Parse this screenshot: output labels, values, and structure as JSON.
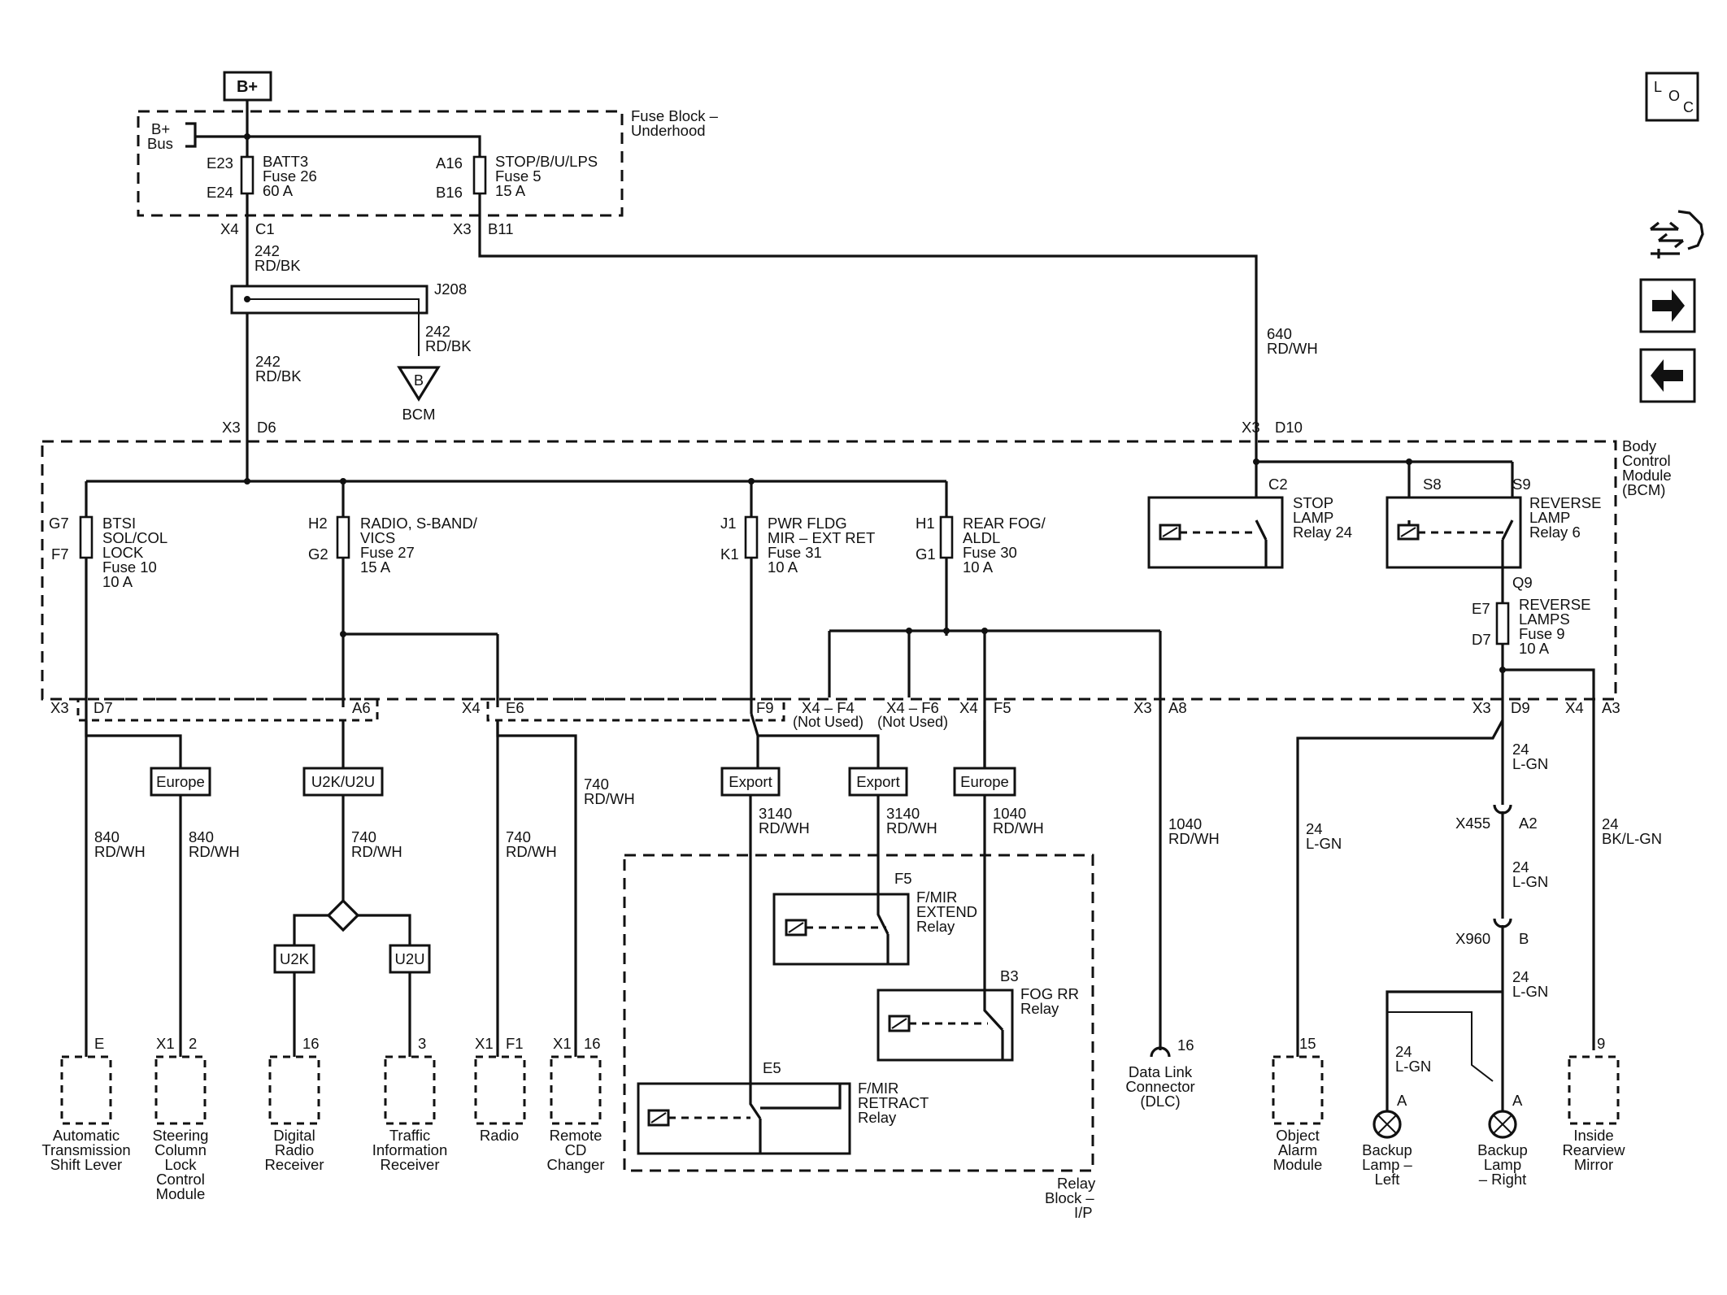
{
  "power": {
    "source": "B+"
  },
  "fuse_block": {
    "title": [
      "Fuse Block –",
      "Underhood"
    ],
    "bus": [
      "B+",
      "Bus"
    ],
    "fuse_batt": {
      "top_pin": "E23",
      "bottom_pin": "E24",
      "lines": [
        "BATT3",
        "Fuse 26",
        "60 A"
      ]
    },
    "fuse_stop": {
      "top_pin": "A16",
      "bottom_pin": "B16",
      "lines": [
        "STOP/B/U/LPS",
        "Fuse 5",
        "15 A"
      ]
    },
    "out_left": {
      "conn": "X4",
      "pin": "C1"
    },
    "out_right": {
      "conn": "X3",
      "pin": "B11"
    }
  },
  "splice": {
    "id": "J208",
    "wire_in": [
      "242",
      "RD/BK"
    ],
    "wire_branch": [
      "242",
      "RD/BK"
    ],
    "wire_out": [
      "242",
      "RD/BK"
    ],
    "ground_letter": "B",
    "ground_label": "BCM"
  },
  "wire_640": [
    "640",
    "RD/WH"
  ],
  "bcm": {
    "title": [
      "Body",
      "Control",
      "Module",
      "(BCM)"
    ],
    "in_left": {
      "conn": "X3",
      "pin": "D6"
    },
    "in_right": {
      "conn": "X3",
      "pin": "D10"
    },
    "fuses": [
      {
        "top_pin": "G7",
        "bottom_pin": "F7",
        "lines": [
          "BTSI",
          "SOL/COL",
          "LOCK",
          "Fuse 10",
          "10 A"
        ]
      },
      {
        "top_pin": "H2",
        "bottom_pin": "G2",
        "lines": [
          "RADIO, S-BAND/",
          "VICS",
          "Fuse 27",
          "15 A"
        ]
      },
      {
        "top_pin": "J1",
        "bottom_pin": "K1",
        "lines": [
          "PWR FLDG",
          "MIR – EXT RET",
          "Fuse 31",
          "10 A"
        ]
      },
      {
        "top_pin": "H1",
        "bottom_pin": "G1",
        "lines": [
          "REAR FOG/",
          "ALDL",
          "Fuse 30",
          "10 A"
        ]
      },
      {
        "top_pin": "E7",
        "bottom_pin": "D7",
        "lines": [
          "REVERSE",
          "LAMPS",
          "Fuse 9",
          "10 A"
        ]
      }
    ],
    "relay_stop": {
      "pin": "C2",
      "lines": [
        "STOP",
        "LAMP",
        "Relay 24"
      ]
    },
    "relay_reverse": {
      "pin_a": "S8",
      "pin_b": "S9",
      "pin_out": "Q9",
      "lines": [
        "REVERSE",
        "LAMP",
        "Relay 6"
      ]
    },
    "outputs": [
      {
        "conn": "X3",
        "pin": "D7"
      },
      {
        "conn": "",
        "pin": "A6"
      },
      {
        "conn": "X4",
        "pin": "E6"
      },
      {
        "conn": "",
        "pin": "F9"
      },
      {
        "conn": "X4 – F4",
        "pin": "(Not Used)"
      },
      {
        "conn": "X4 – F6",
        "pin": "(Not Used)"
      },
      {
        "conn": "X4",
        "pin": "F5"
      },
      {
        "conn": "X3",
        "pin": "A8"
      },
      {
        "conn": "X3",
        "pin": "D9"
      },
      {
        "conn": "X4",
        "pin": "A3"
      }
    ]
  },
  "options": {
    "europe": "Europe",
    "u2k_u2u": "U2K/U2U",
    "u2k": "U2K",
    "u2u": "U2U",
    "export": "Export"
  },
  "wires": {
    "w840": [
      "840",
      "RD/WH"
    ],
    "w740": [
      "740",
      "RD/WH"
    ],
    "w3140": [
      "3140",
      "RD/WH"
    ],
    "w1040": [
      "1040",
      "RD/WH"
    ],
    "w24": [
      "24",
      "L-GN"
    ],
    "w24bk": [
      "24",
      "BK/L-GN"
    ]
  },
  "relay_block": {
    "title": [
      "Relay",
      "Block –",
      "I/P"
    ],
    "extend": {
      "pin": "F5",
      "lines": [
        "F/MIR",
        "EXTEND",
        "Relay"
      ]
    },
    "fog": {
      "pin": "B3",
      "lines": [
        "FOG RR",
        "Relay"
      ]
    },
    "retract": {
      "pin": "E5",
      "lines": [
        "F/MIR",
        "RETRACT",
        "Relay"
      ]
    }
  },
  "connectors": {
    "x455": {
      "id": "X455",
      "pin": "A2"
    },
    "x960": {
      "id": "X960",
      "pin": "B"
    }
  },
  "components": [
    {
      "pin_conn": "",
      "pin": "E",
      "lines": [
        "Automatic",
        "Transmission",
        "Shift Lever"
      ]
    },
    {
      "pin_conn": "X1",
      "pin": "2",
      "lines": [
        "Steering",
        "Column",
        "Lock",
        "Control",
        "Module"
      ]
    },
    {
      "pin_conn": "",
      "pin": "16",
      "lines": [
        "Digital",
        "Radio",
        "Receiver"
      ]
    },
    {
      "pin_conn": "",
      "pin": "3",
      "lines": [
        "Traffic",
        "Information",
        "Receiver"
      ]
    },
    {
      "pin_conn": "X1",
      "pin": "F1",
      "lines": [
        "Radio"
      ]
    },
    {
      "pin_conn": "X1",
      "pin": "16",
      "lines": [
        "Remote",
        "CD",
        "Changer"
      ]
    },
    {
      "pin_conn": "",
      "pin": "16",
      "lines": [
        "Data Link",
        "Connector",
        "(DLC)"
      ]
    },
    {
      "pin_conn": "",
      "pin": "15",
      "lines": [
        "Object",
        "Alarm",
        "Module"
      ]
    },
    {
      "pin_conn": "",
      "pin": "A",
      "lines": [
        "Backup",
        "Lamp –",
        "Left"
      ]
    },
    {
      "pin_conn": "",
      "pin": "A",
      "lines": [
        "Backup",
        "Lamp",
        "– Right"
      ]
    },
    {
      "pin_conn": "",
      "pin": "9",
      "lines": [
        "Inside",
        "Rearview",
        "Mirror"
      ]
    }
  ],
  "nav": {
    "loc": [
      "L",
      "O",
      "C"
    ],
    "icons": [
      "vehicle-service-icon",
      "arrow-right-icon",
      "arrow-left-icon"
    ]
  }
}
